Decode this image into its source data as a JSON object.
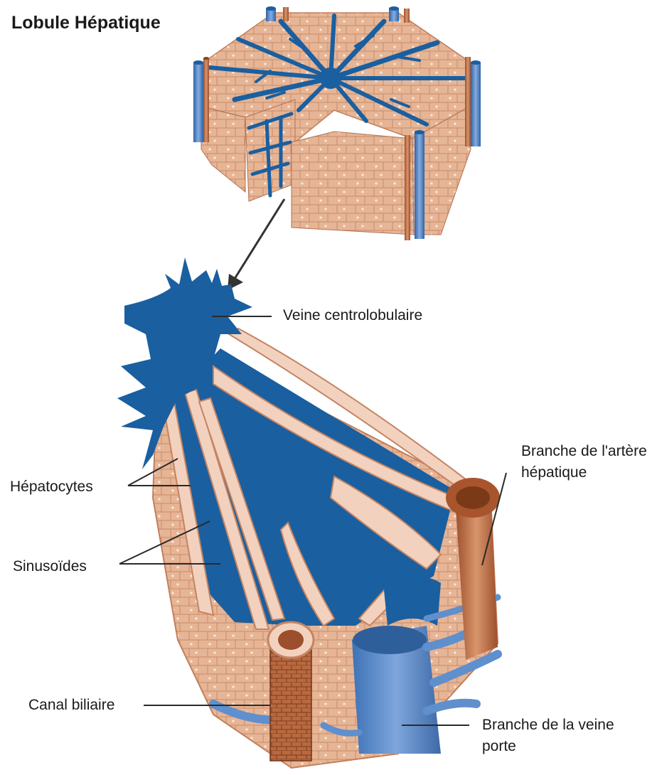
{
  "title": "Lobule Hépatique",
  "labels": {
    "central_vein": "Veine centrolobulaire",
    "hepatic_artery_line1": "Branche de l'artère",
    "hepatic_artery_line2": "hépatique",
    "hepatocytes": "Hépatocytes",
    "sinusoids": "Sinusoïdes",
    "bile_duct": "Canal biliaire",
    "portal_vein_line1": "Branche de la veine",
    "portal_vein_line2": "porte"
  },
  "colors": {
    "vein_blue": "#1a5fa0",
    "tissue": "#e2ad8f",
    "cell_fill": "#f2d2be",
    "cell_edge": "#c48463",
    "artery_brown": "#b0603a",
    "portal_blue": "#5f8fcd"
  }
}
